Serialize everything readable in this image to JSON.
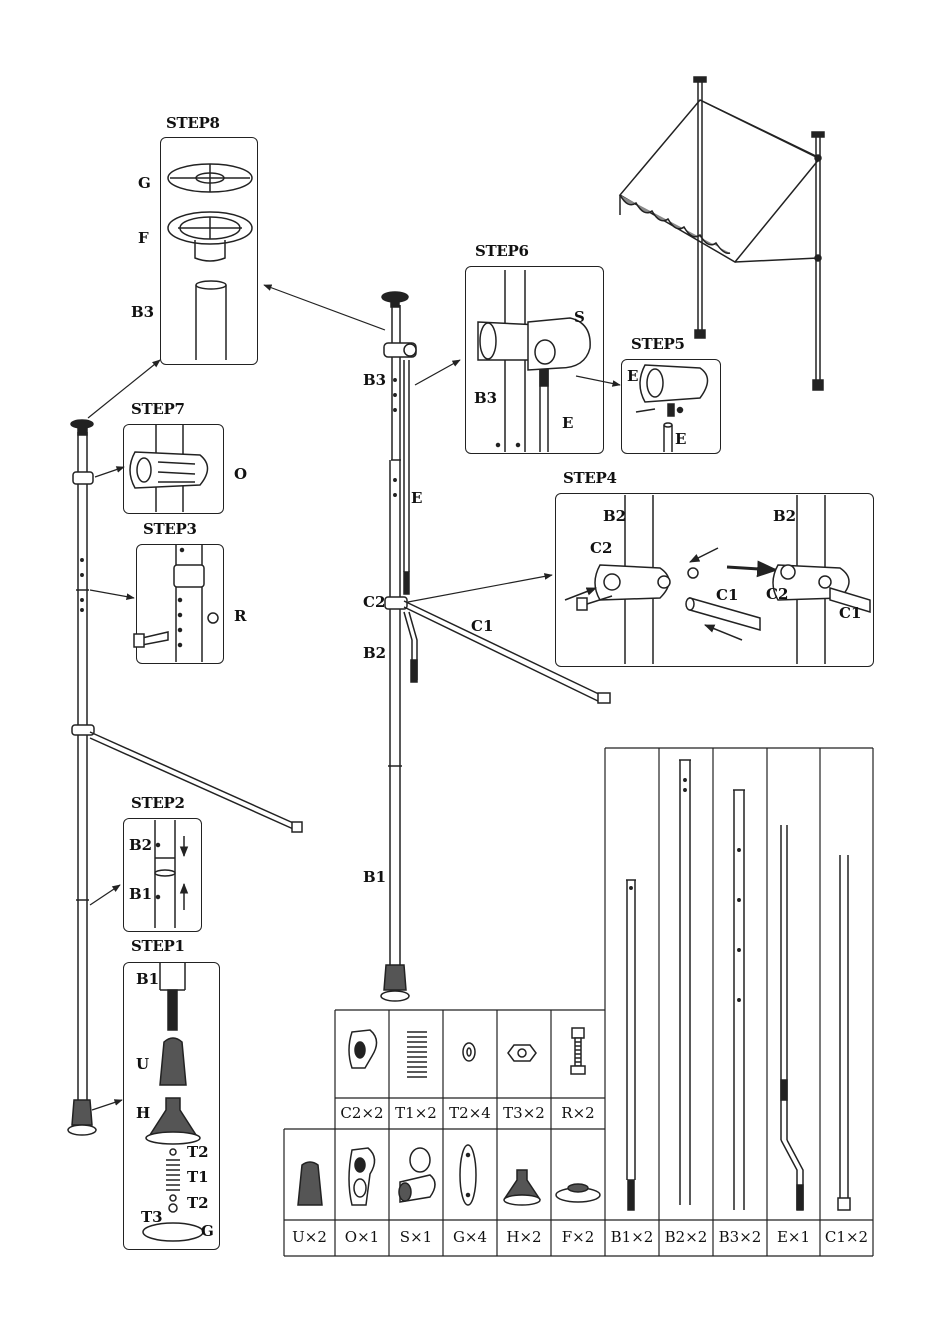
{
  "steps": {
    "step1": "STEP1",
    "step2": "STEP2",
    "step3": "STEP3",
    "step4": "STEP4",
    "step5": "STEP5",
    "step6": "STEP6",
    "step7": "STEP7",
    "step8": "STEP8"
  },
  "step8_labels": {
    "g": "G",
    "f": "F",
    "b3": "B3"
  },
  "step7_labels": {
    "o": "O"
  },
  "step3_labels": {
    "r": "R"
  },
  "step2_labels": {
    "b2": "B2",
    "b1": "B1"
  },
  "step1_labels": {
    "b1": "B1",
    "u": "U",
    "h": "H",
    "t2a": "T2",
    "t1": "T1",
    "t2b": "T2",
    "t3": "T3",
    "g": "G"
  },
  "step6_labels": {
    "s": "S",
    "b3": "B3",
    "e": "E"
  },
  "step5_labels": {
    "e_top": "E",
    "e_bottom": "E"
  },
  "step4_labels": {
    "b2_left": "B2",
    "c2_left": "C2",
    "c1_left": "C1",
    "b2_right": "B2",
    "c2_right": "C2",
    "c1_right": "C1"
  },
  "main_labels": {
    "b3": "B3",
    "e": "E",
    "c2": "C2",
    "c1": "C1",
    "b2": "B2",
    "b1": "B1"
  },
  "parts_top_row": [
    "C2×2",
    "T1×2",
    "T2×4",
    "T3×2",
    "R×2"
  ],
  "parts_bottom_row": [
    "U×2",
    "O×1",
    "S×1",
    "G×4",
    "H×2",
    "F×2",
    "B1×2",
    "B2×2",
    "B3×2",
    "E×1",
    "C1×2"
  ],
  "colors": {
    "line": "#222222",
    "fill": "#ffffff",
    "shade": "#555555"
  }
}
